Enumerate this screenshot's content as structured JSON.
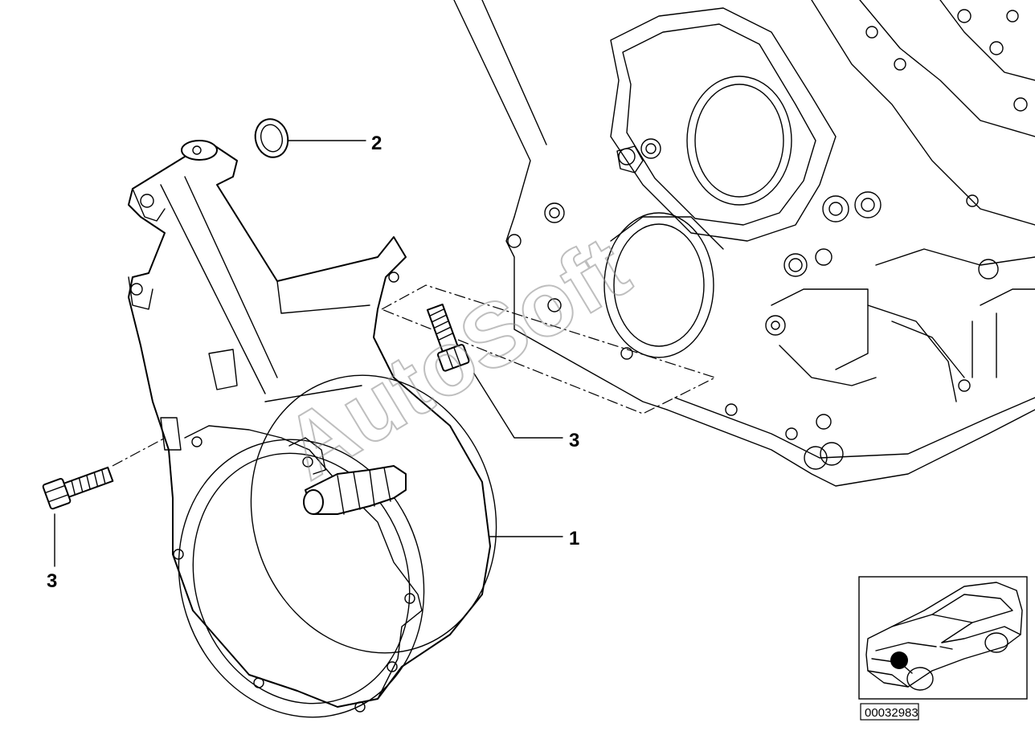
{
  "diagram": {
    "callouts": [
      {
        "id": "housing",
        "label": "1"
      },
      {
        "id": "seal-ring",
        "label": "2"
      },
      {
        "id": "bolt-upper",
        "label": "3"
      },
      {
        "id": "bolt-lower",
        "label": "3"
      }
    ],
    "watermark": "AutoSoft",
    "reference_number": "00032983",
    "locator_marker_color": "#000000"
  }
}
